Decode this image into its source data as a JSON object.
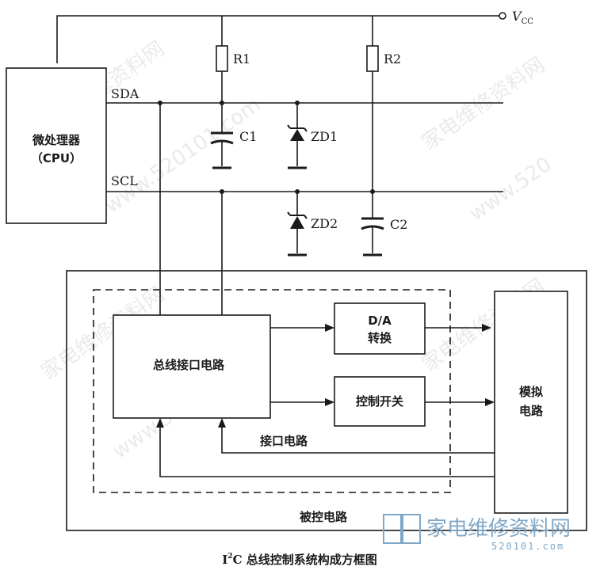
{
  "labels": {
    "vcc": "V",
    "vcc_sub": "CC",
    "r1": "R1",
    "r2": "R2",
    "sda": "SDA",
    "scl": "SCL",
    "c1": "C1",
    "c2": "C2",
    "zd1": "ZD1",
    "zd2": "ZD2",
    "cpu_line1": "微处理器",
    "cpu_line2": "（CPU）",
    "bus_interface": "总线接口电路",
    "da_line1": "D/A",
    "da_line2": "转换",
    "control_switch": "控制开关",
    "analog_line1": "模拟",
    "analog_line2": "电路",
    "interface_circuit": "接口电路",
    "controlled_circuit": "被控电路"
  },
  "caption": {
    "prefix": "I",
    "sup": "2",
    "rest": "C 总线控制系统构成方框图"
  },
  "watermark": {
    "logo": "家电维修资料网",
    "site": "520101.com"
  }
}
